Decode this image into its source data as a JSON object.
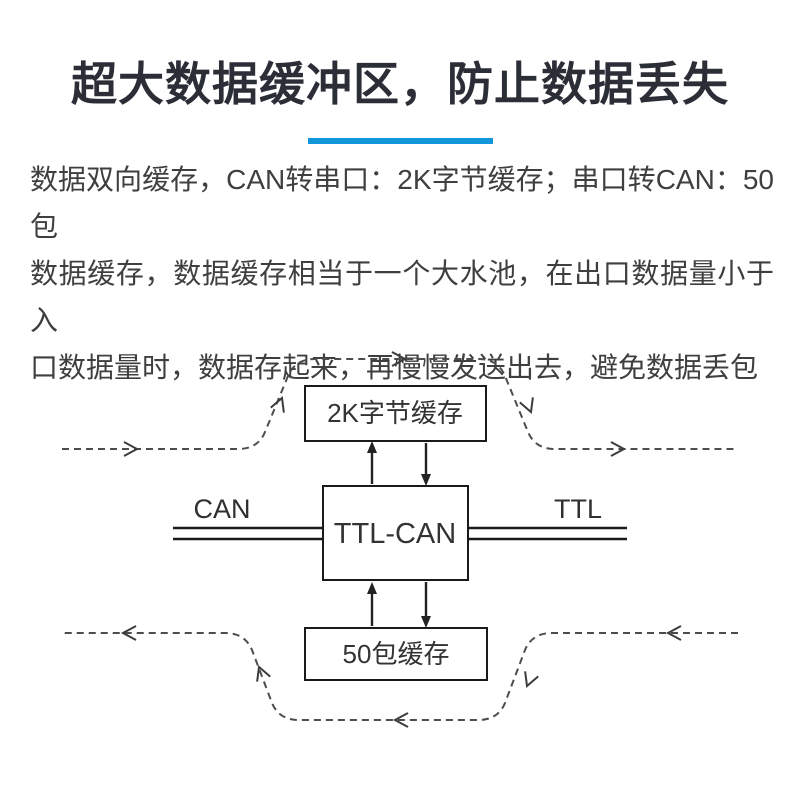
{
  "header": {
    "title": "超大数据缓冲区，防止数据丢失",
    "divider_color": "#1296db"
  },
  "description": {
    "lines": [
      "数据双向缓存，CAN转串口：2K字节缓存；串口转CAN：50包",
      "数据缓存，数据缓存相当于一个大水池，在出口数据量小于入",
      "口数据量时，数据存起来，再慢慢发送出去，避免数据丢包"
    ]
  },
  "diagram": {
    "top_buffer_label": "2K字节缓存",
    "center_device_label": "TTL-CAN",
    "bottom_buffer_label": "50包缓存",
    "left_bus_label": "CAN",
    "right_bus_label": "TTL",
    "colors": {
      "solid_line": "#1a1a1a",
      "dashed_line": "#4d4d4d",
      "text": "#333333"
    }
  }
}
